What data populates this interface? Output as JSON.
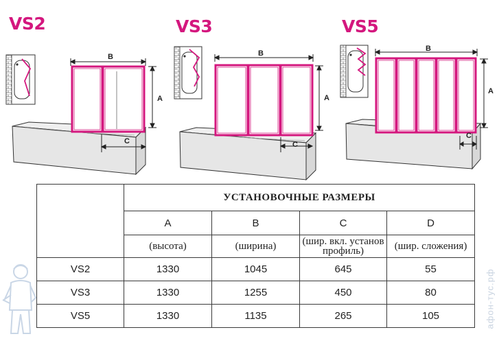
{
  "diagrams": [
    {
      "model": "VS2",
      "panels": 2,
      "dims": {
        "a": "A",
        "b": "B",
        "c": "C"
      }
    },
    {
      "model": "VS3",
      "panels": 3,
      "dims": {
        "a": "A",
        "b": "B",
        "c": "C"
      }
    },
    {
      "model": "VS5",
      "panels": 5,
      "dims": {
        "a": "A",
        "b": "B",
        "c": "C"
      }
    }
  ],
  "table": {
    "title": "УСТАНОВОЧНЫЕ РАЗМЕРЫ",
    "columns": [
      {
        "letter": "A",
        "desc": "(высота)"
      },
      {
        "letter": "B",
        "desc": "(ширина)"
      },
      {
        "letter": "C",
        "desc": "(шир. вкл. установ профиль)"
      },
      {
        "letter": "D",
        "desc": "(шир. сложения)"
      }
    ],
    "rows": [
      {
        "model": "VS2",
        "values": [
          "1330",
          "1045",
          "645",
          "55"
        ]
      },
      {
        "model": "VS3",
        "values": [
          "1330",
          "1255",
          "450",
          "80"
        ]
      },
      {
        "model": "VS5",
        "values": [
          "1330",
          "1135",
          "265",
          "105"
        ]
      }
    ]
  },
  "watermark": "aфон-тус.рф",
  "colors": {
    "accent": "#d4177e",
    "line": "#222222",
    "tub": "#e9e9e9"
  }
}
